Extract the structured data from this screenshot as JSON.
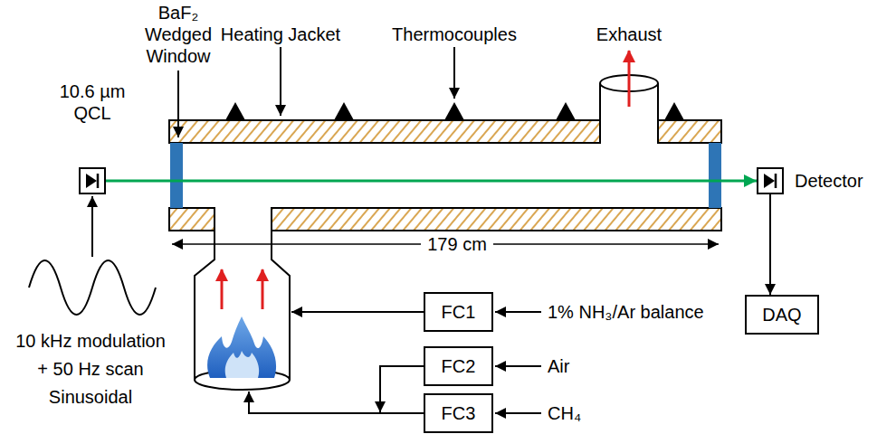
{
  "diagram": {
    "nodes": [
      {
        "text": [
          "10.6 µm QCL"
        ]
      },
      {
        "text": [
          "Detector"
        ]
      },
      {
        "text": [
          "DAQ"
        ]
      },
      {
        "text": [
          "FC1"
        ]
      },
      {
        "text": [
          "FC2"
        ]
      },
      {
        "text": [
          "FC3"
        ]
      }
    ],
    "edges": [
      {
        "from": 0,
        "to": 1,
        "arrow": "to"
      },
      {
        "from": 1,
        "to": 2,
        "arrow": "to"
      }
    ],
    "labels": [
      "BaF₂ Wedged Window",
      "Heating Jacket",
      "Thermocouples",
      "Exhaust",
      "179 cm",
      "10 kHz modulation + 50 Hz scan Sinusoidal",
      "1% NH₃/Ar balance",
      "Air",
      "CH₄"
    ]
  }
}
